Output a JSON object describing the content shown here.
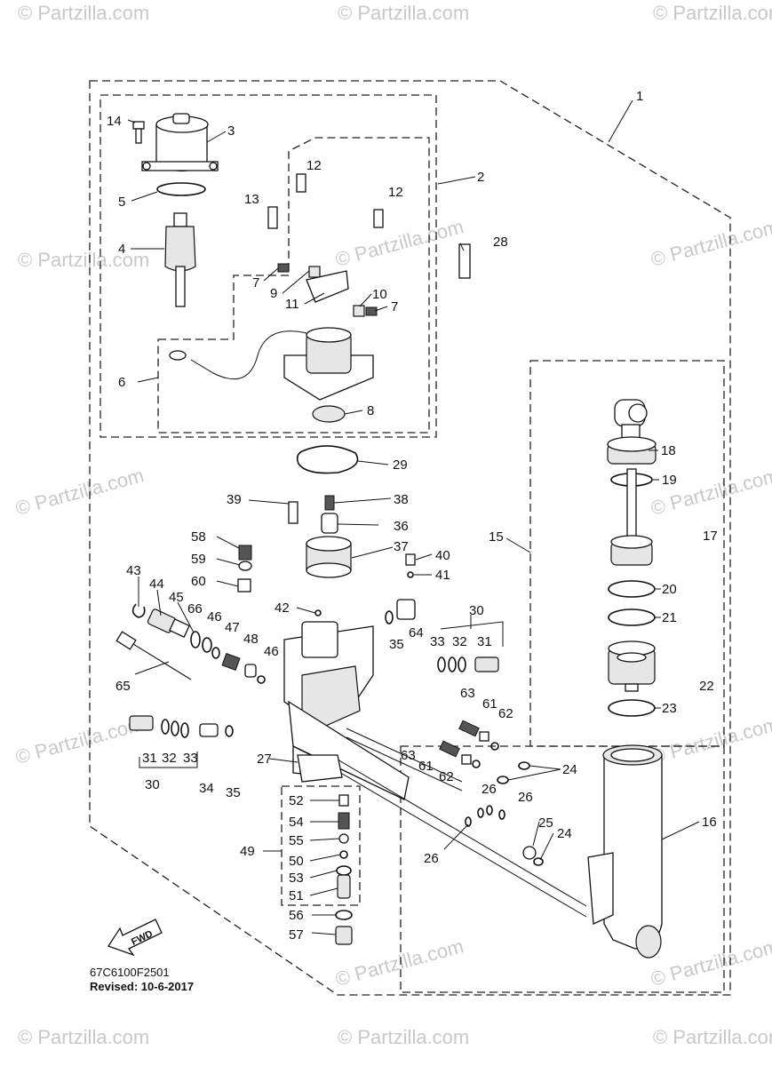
{
  "watermark": {
    "text": "© Partzilla.com",
    "color": "#c8c8c8"
  },
  "footer": {
    "code": "67C6100F2501",
    "revised": "Revised: 10-6-2017"
  },
  "fwd_label": "FWD",
  "callouts": [
    "1",
    "2",
    "3",
    "4",
    "5",
    "6",
    "7",
    "7",
    "8",
    "9",
    "10",
    "11",
    "12",
    "12",
    "13",
    "14",
    "15",
    "16",
    "17",
    "18",
    "19",
    "20",
    "21",
    "22",
    "23",
    "24",
    "24",
    "25",
    "26",
    "26",
    "26",
    "27",
    "28",
    "29",
    "30",
    "30",
    "31",
    "31",
    "32",
    "32",
    "33",
    "33",
    "34",
    "35",
    "35",
    "36",
    "37",
    "38",
    "39",
    "40",
    "41",
    "42",
    "43",
    "44",
    "45",
    "46",
    "46",
    "47",
    "48",
    "49",
    "50",
    "51",
    "52",
    "53",
    "54",
    "55",
    "56",
    "57",
    "58",
    "59",
    "60",
    "61",
    "61",
    "62",
    "62",
    "63",
    "63",
    "64",
    "65",
    "66"
  ]
}
